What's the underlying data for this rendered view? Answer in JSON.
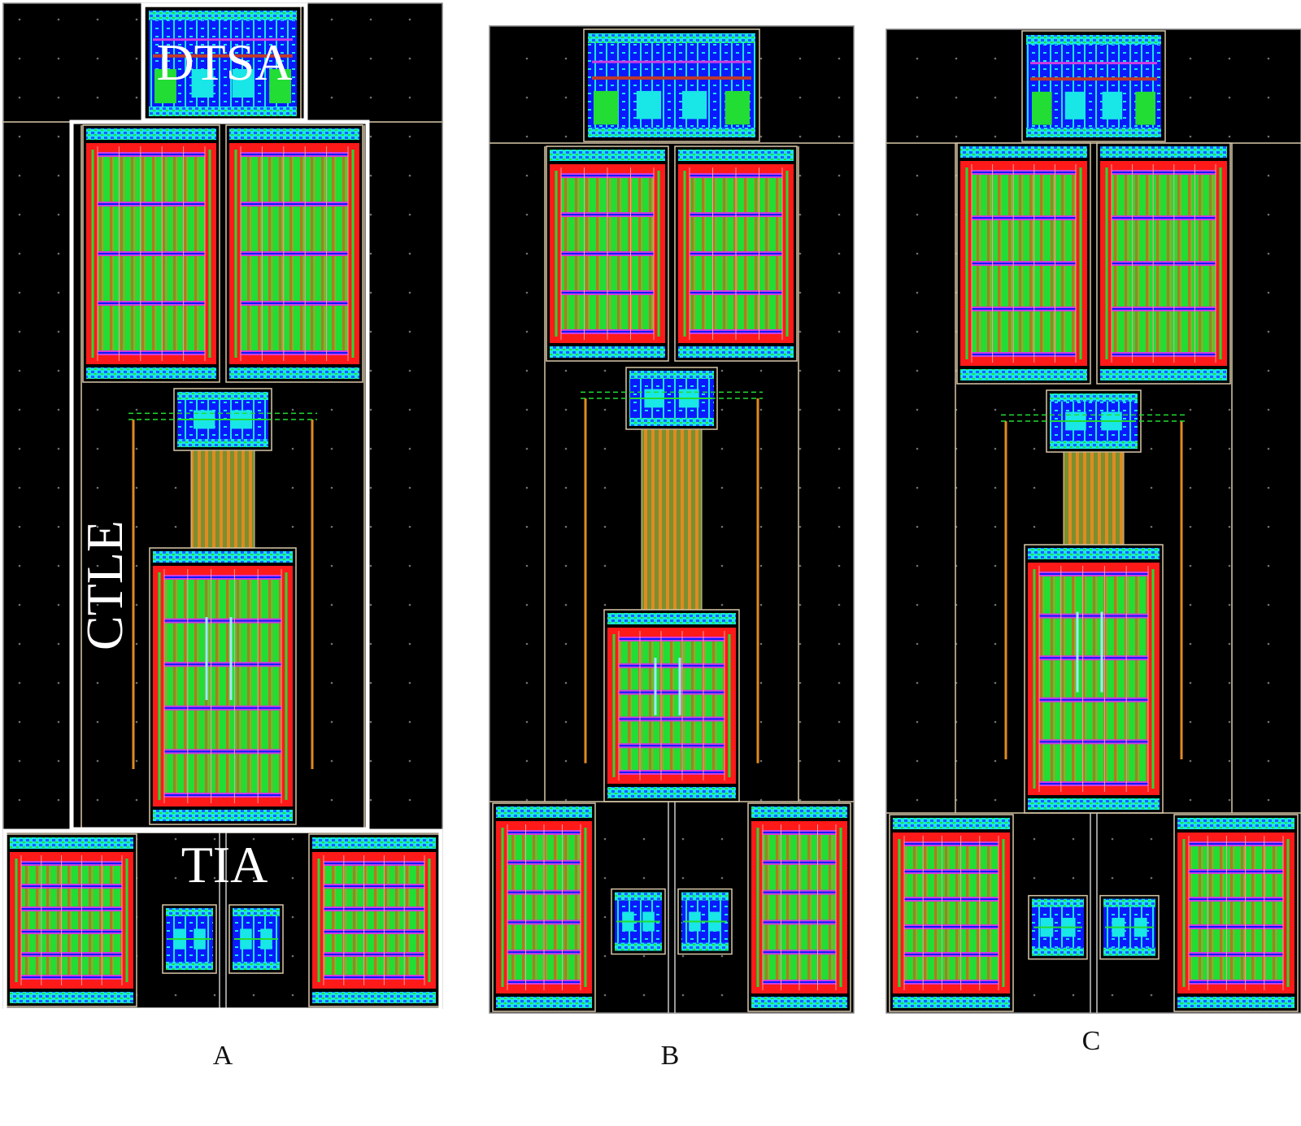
{
  "panels": [
    {
      "label": "A",
      "block_labels": {
        "top": "DTSA",
        "middle": "CTLE",
        "bottom": "TIA"
      }
    },
    {
      "label": "B",
      "block_labels": {
        "top": "",
        "middle": "",
        "bottom": ""
      }
    },
    {
      "label": "C",
      "block_labels": {
        "top": "",
        "middle": "",
        "bottom": ""
      }
    }
  ],
  "colors": {
    "background": "#000000",
    "grid_dot": "#6f6f6f",
    "boundary": "#d8c7a8",
    "poly_red": "#ff1a1a",
    "active_green": "#22dd33",
    "metal_blue": "#0a1aff",
    "metal_cyan": "#19e6e6",
    "metal_magenta": "#d03ce0",
    "wire_orange": "#e08a20",
    "highlight_white": "#ffffff"
  },
  "icons": {
    "diff_pair_block": "rect-cell",
    "resistor_array": "striped-rect-cell",
    "bias_wires": "line"
  }
}
